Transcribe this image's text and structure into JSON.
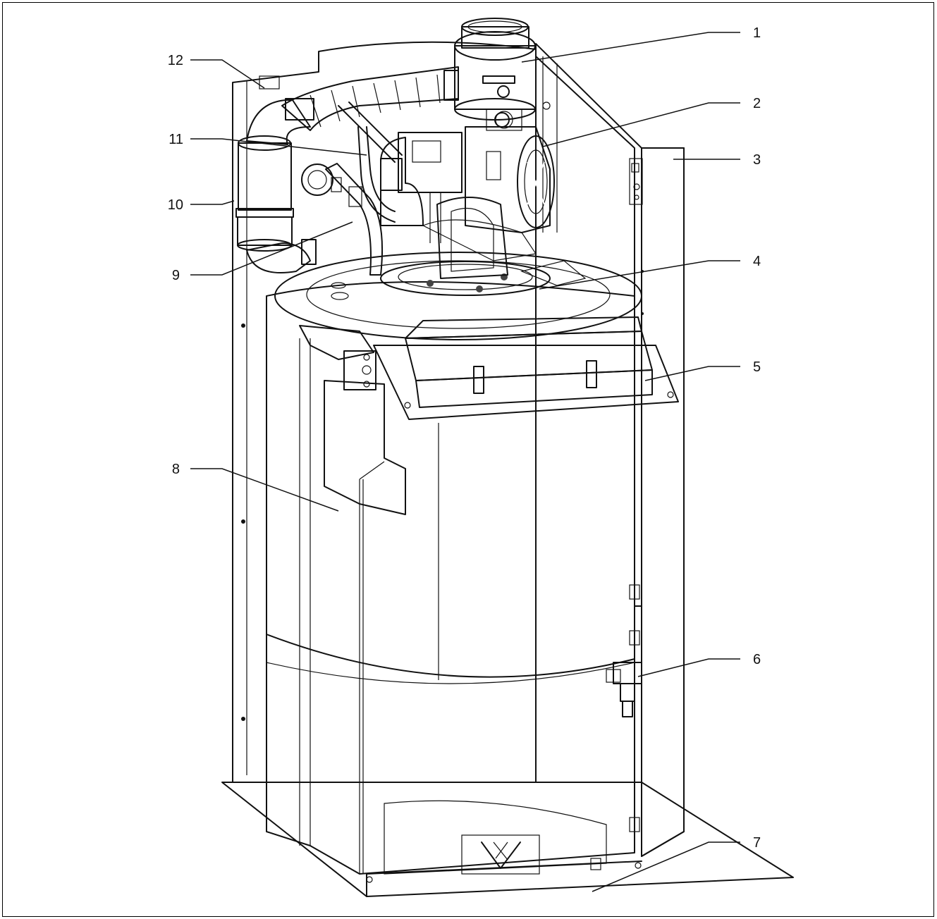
{
  "diagram": {
    "callouts": [
      {
        "id": "1",
        "label": "1"
      },
      {
        "id": "2",
        "label": "2"
      },
      {
        "id": "3",
        "label": "3"
      },
      {
        "id": "4",
        "label": "4"
      },
      {
        "id": "5",
        "label": "5"
      },
      {
        "id": "6",
        "label": "6"
      },
      {
        "id": "7",
        "label": "7"
      },
      {
        "id": "8",
        "label": "8"
      },
      {
        "id": "9",
        "label": "9"
      },
      {
        "id": "10",
        "label": "10"
      },
      {
        "id": "11",
        "label": "11"
      },
      {
        "id": "12",
        "label": "12"
      }
    ],
    "colors": {
      "line": "#111111",
      "shade": "#e9e9e9",
      "dark": "#333333"
    }
  }
}
